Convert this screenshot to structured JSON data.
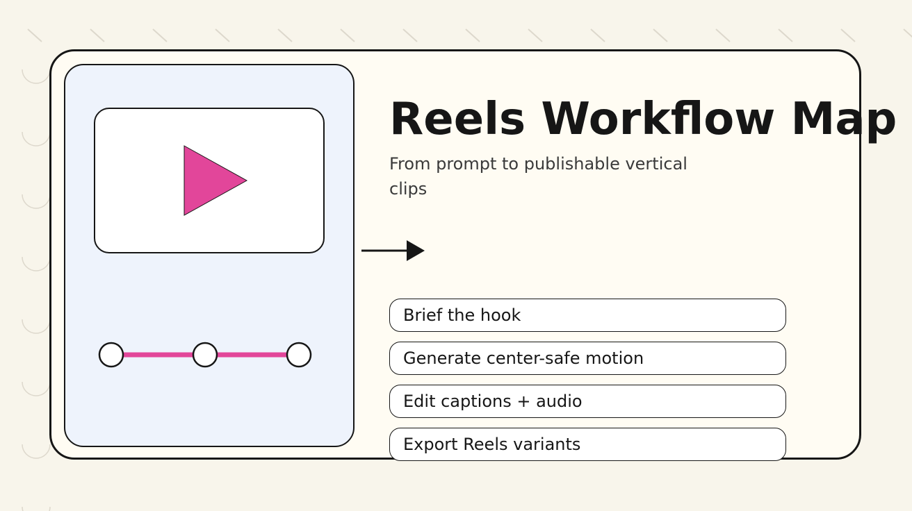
{
  "title": "Reels Workflow Map",
  "subtitle": "From prompt to publishable vertical clips",
  "steps": [
    {
      "label": "Brief the hook"
    },
    {
      "label": "Generate center-safe motion"
    },
    {
      "label": "Edit captions + audio"
    },
    {
      "label": "Export Reels variants"
    }
  ],
  "colors": {
    "background": "#f8f5eb",
    "card": "#fffcf3",
    "panel": "#eef3fc",
    "accent": "#e2469a",
    "ink": "#161616",
    "pattern": "#ddd8cc"
  },
  "icons": [
    "play-icon",
    "arrow-right-icon",
    "timeline-node-icon"
  ]
}
